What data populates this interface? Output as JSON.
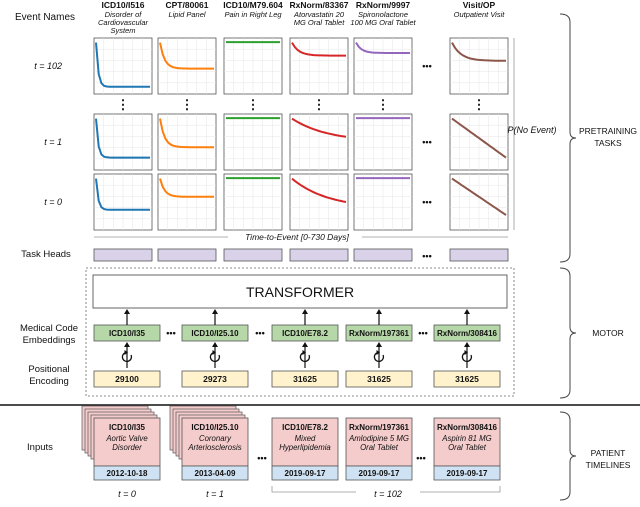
{
  "labels": {
    "event_names": "Event Names",
    "task_heads": "Task Heads",
    "medical_code": "Medical Code",
    "embeddings": "Embeddings",
    "positional": "Positional",
    "encoding": "Encoding",
    "inputs": "Inputs",
    "time_to_event": "Time-to-Event [0-730 Days]",
    "p_no_event": "P(No Event)",
    "transformer": "TRANSFORMER",
    "ellipsis": "•••",
    "vellipsis": "⋮"
  },
  "row_labels": [
    "t = 102",
    "t = 1",
    "t = 0"
  ],
  "bracket_labels": {
    "pretraining_1": "PRETRAINING",
    "pretraining_2": "TASKS",
    "motor": "MOTOR",
    "patient_1": "PATIENT",
    "patient_2": "TIMELINES"
  },
  "events": [
    {
      "code": "ICD10/I516",
      "desc": [
        "Disorder of",
        "Cardiovascular",
        "System"
      ],
      "color": "#1f77b4"
    },
    {
      "code": "CPT/80061",
      "desc": [
        "Lipid Panel"
      ],
      "color": "#ff7f0e"
    },
    {
      "code": "ICD10/M79.604",
      "desc": [
        "Pain in Right Leg"
      ],
      "color": "#2ca02c"
    },
    {
      "code": "RxNorm/83367",
      "desc": [
        "Atorvastatin 20",
        "MG Oral Tablet"
      ],
      "color": "#d62728"
    },
    {
      "code": "RxNorm/9997",
      "desc": [
        "Spironolactone",
        "100 MG Oral Tablet"
      ],
      "color": "#9467bd"
    },
    {
      "code": "Visit/OP",
      "desc": [
        "Outpatient Visit"
      ],
      "color": "#8c564b"
    }
  ],
  "embeddings": [
    "ICD10/I35",
    "ICD10/I25.10",
    "ICD10/E78.2",
    "RxNorm/197361",
    "RxNorm/308416"
  ],
  "positions": [
    "29100",
    "29273",
    "31625",
    "31625",
    "31625"
  ],
  "inputs": [
    {
      "code": "ICD10/I35",
      "desc": [
        "Aortic Valve",
        "Disorder"
      ],
      "date": "2012-10-18"
    },
    {
      "code": "ICD10/I25.10",
      "desc": [
        "Coronary",
        "Arteriosclerosis"
      ],
      "date": "2013-04-09"
    },
    {
      "code": "ICD10/E78.2",
      "desc": [
        "Mixed",
        "Hyperlipidemia"
      ],
      "date": "2019-09-17"
    },
    {
      "code": "RxNorm/197361",
      "desc": [
        "Amlodipine 5 MG",
        "Oral Tablet"
      ],
      "date": "2019-09-17"
    },
    {
      "code": "RxNorm/308416",
      "desc": [
        "Aspirin 81 MG",
        "Oral Tablet"
      ],
      "date": "2019-09-17"
    }
  ],
  "time_labels": [
    "t = 0",
    "t = 1",
    "t = 102"
  ],
  "colors": {
    "embedding_fill": "#b6d7a8",
    "position_fill": "#fff2cc",
    "input_code_fill": "#f4cccc",
    "input_date_fill": "#cfe2f3",
    "task_head_fill": "#d9d2e9"
  }
}
